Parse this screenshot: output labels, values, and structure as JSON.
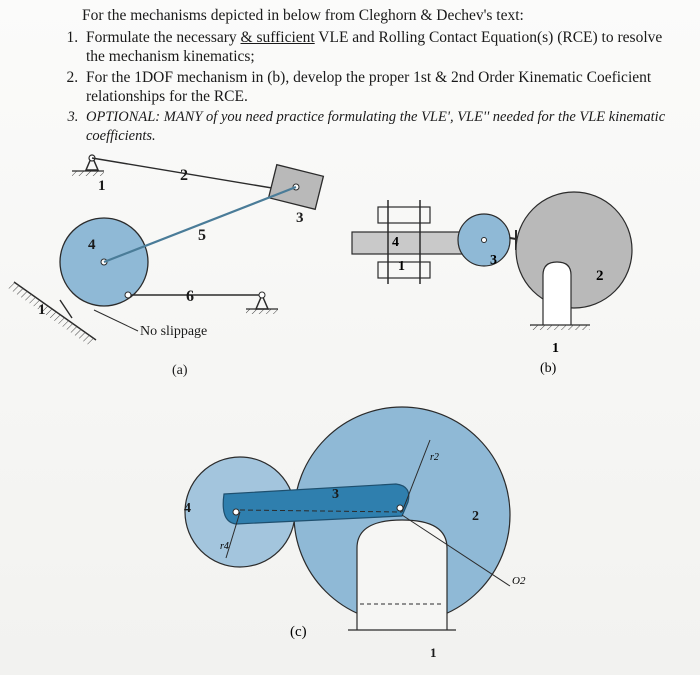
{
  "header": {
    "intro": "For the mechanisms depicted in below from Cleghorn & Dechev's text:",
    "tasks": [
      {
        "before": "Formulate the necessary ",
        "emph": "& sufficient",
        "after": " VLE and Rolling Contact Equation(s) (RCE) to resolve the mechanism kinematics;"
      },
      {
        "text": "For the 1DOF mechanism in (b), develop the proper 1st & 2nd Order Kinematic Coeficient relationships for the RCE."
      },
      {
        "text": "OPTIONAL: MANY of you need practice formulating the VLE', VLE'' needed for the VLE kinematic coefficients."
      }
    ]
  },
  "figures": {
    "a": {
      "caption": "(a)",
      "labels": [
        "1",
        "2",
        "3",
        "4",
        "5",
        "6",
        "1"
      ],
      "note": "No slippage"
    },
    "b": {
      "caption": "(b)",
      "labels": [
        "1",
        "4",
        "3",
        "2",
        "1"
      ]
    },
    "c": {
      "caption": "(c)",
      "labels": [
        "3",
        "4",
        "2",
        "1"
      ],
      "radius_labels": [
        "r2",
        "r4",
        "O2"
      ]
    }
  },
  "colors": {
    "link_fill": "#8fb9d6",
    "link_light": "#cfe2ee",
    "ground_fill": "#b9b9b9",
    "dark_link": "#2f7fae",
    "line": "#2b2b2b"
  }
}
